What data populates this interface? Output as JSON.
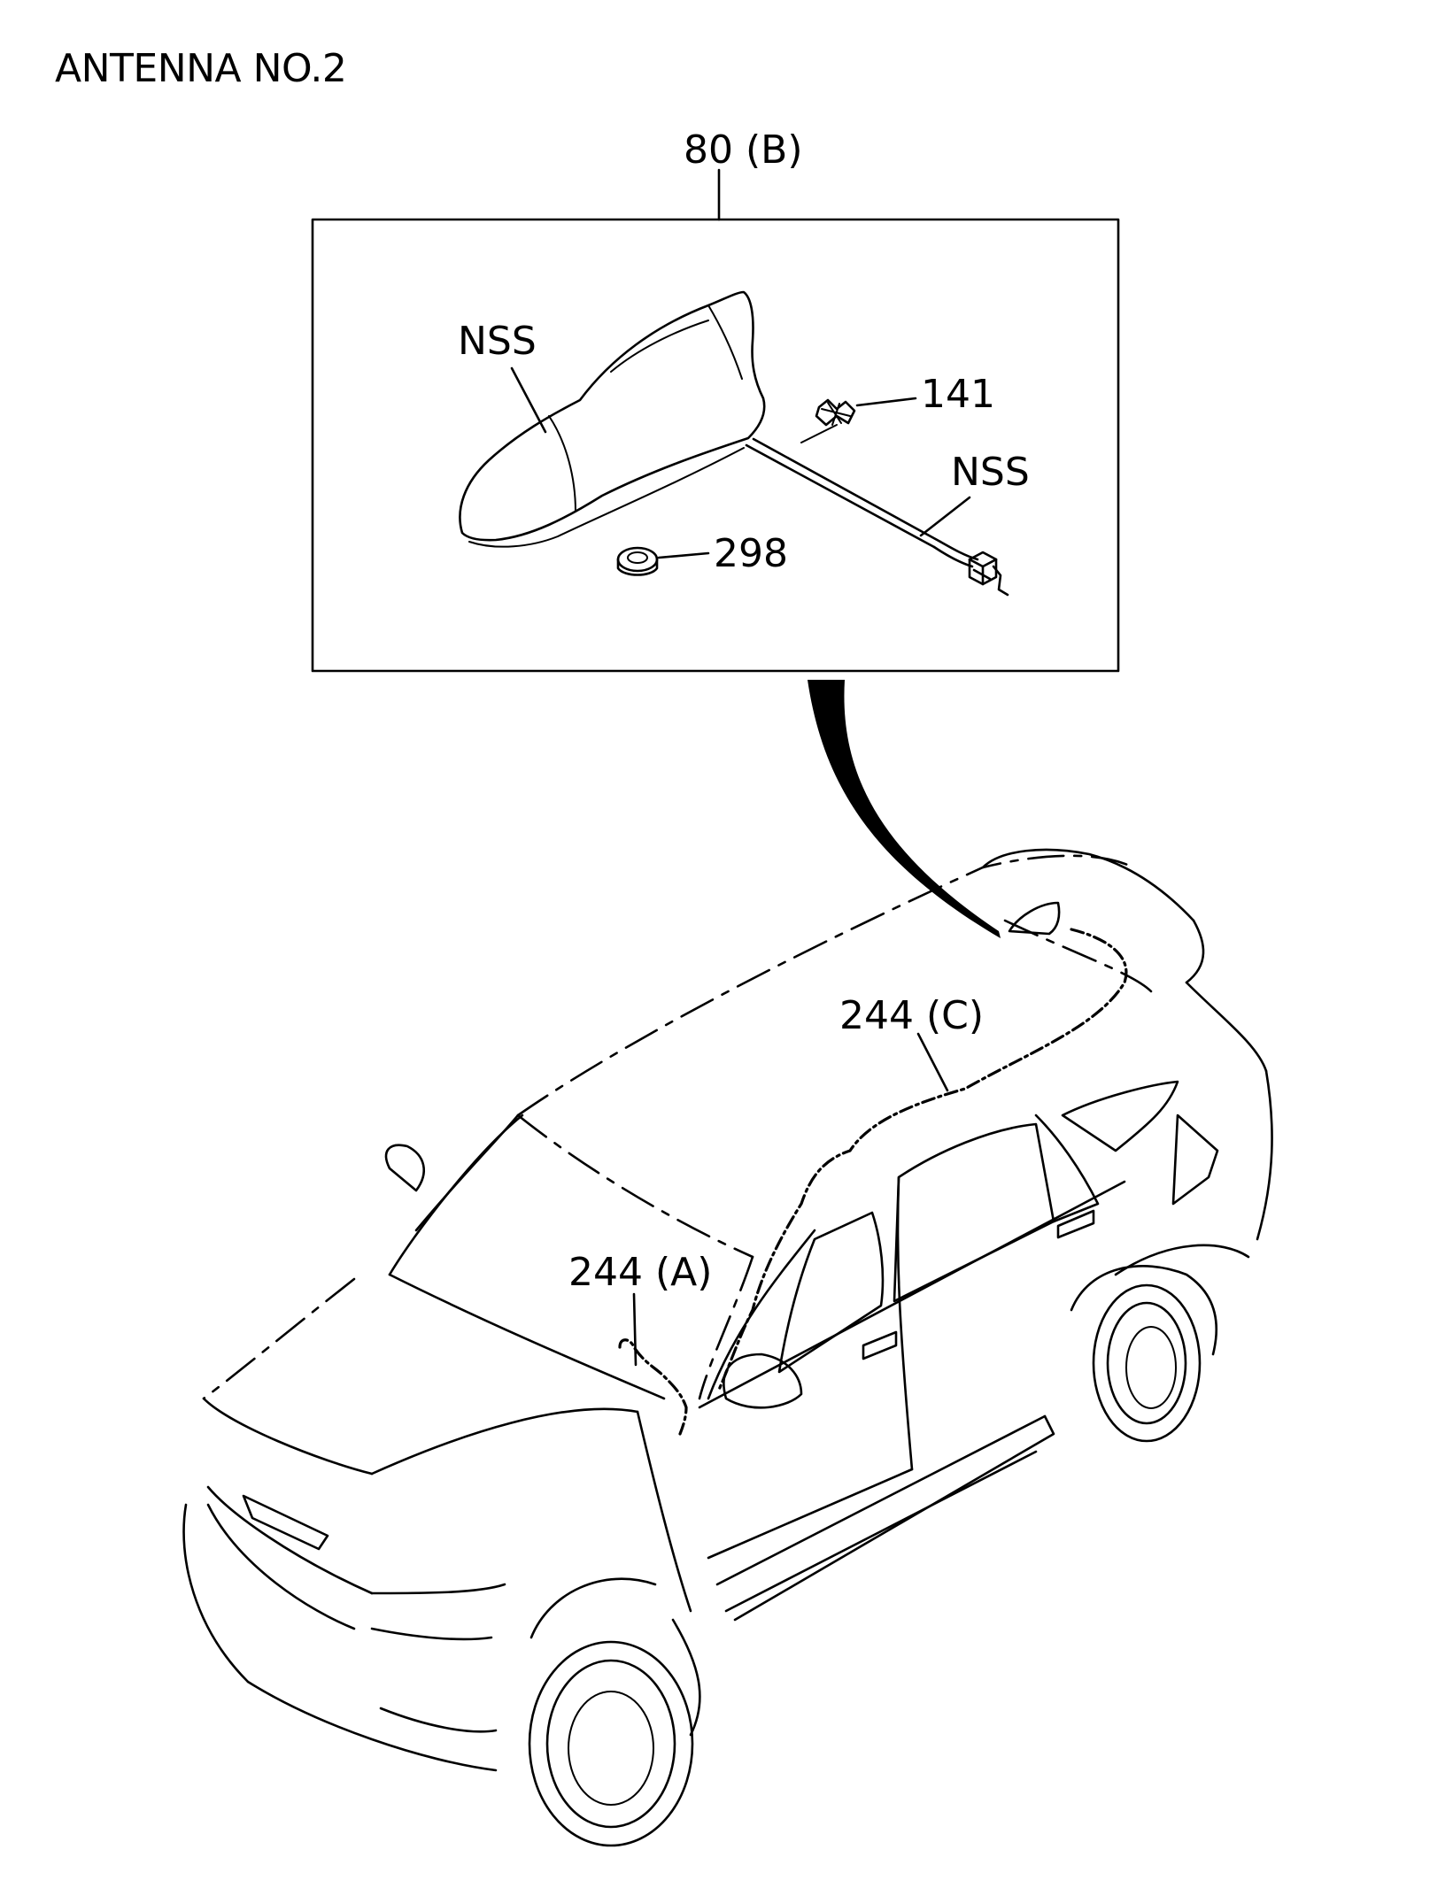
{
  "title": "ANTENNA NO.2",
  "callouts": {
    "assembly": "80 (B)",
    "antenna_nss": "NSS",
    "clip": "141",
    "cable_nss": "NSS",
    "grommet": "298",
    "harness_c": "244 (C)",
    "harness_a": "244 (A)"
  },
  "colors": {
    "line": "#000000",
    "background": "#ffffff"
  }
}
